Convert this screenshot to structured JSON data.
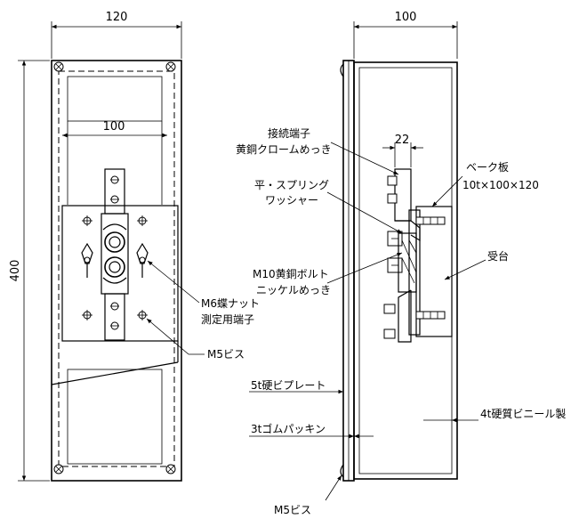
{
  "dimensions": {
    "front_width": "120",
    "front_inner_width": "100",
    "front_height": "400",
    "side_width": "100",
    "side_terminal_width": "22"
  },
  "labels": {
    "connection_terminal_line1": "接続端子",
    "connection_terminal_line2": "黄銅クロームめっき",
    "flat_spring_washer_line1": "平・スプリング",
    "flat_spring_washer_line2": "ワッシャー",
    "bakelite_plate_line1": "ベーク板",
    "bakelite_plate_line2": "10t×100×120",
    "receiver_base": "受台",
    "m10_bolt_line1": "M10黄銅ボルト",
    "m10_bolt_line2": "ニッケルめっき",
    "m6_wing_nut_line1": "M6蝶ナット",
    "m6_wing_nut_line2": "測定用端子",
    "m5_screw_front": "M5ビス",
    "hard_pvc_plate": "5t硬ビプレート",
    "rubber_packing": "3tゴムパッキン",
    "hard_pvc_make": "4t硬質ビニール製",
    "m5_screw_side": "M5ビス"
  }
}
